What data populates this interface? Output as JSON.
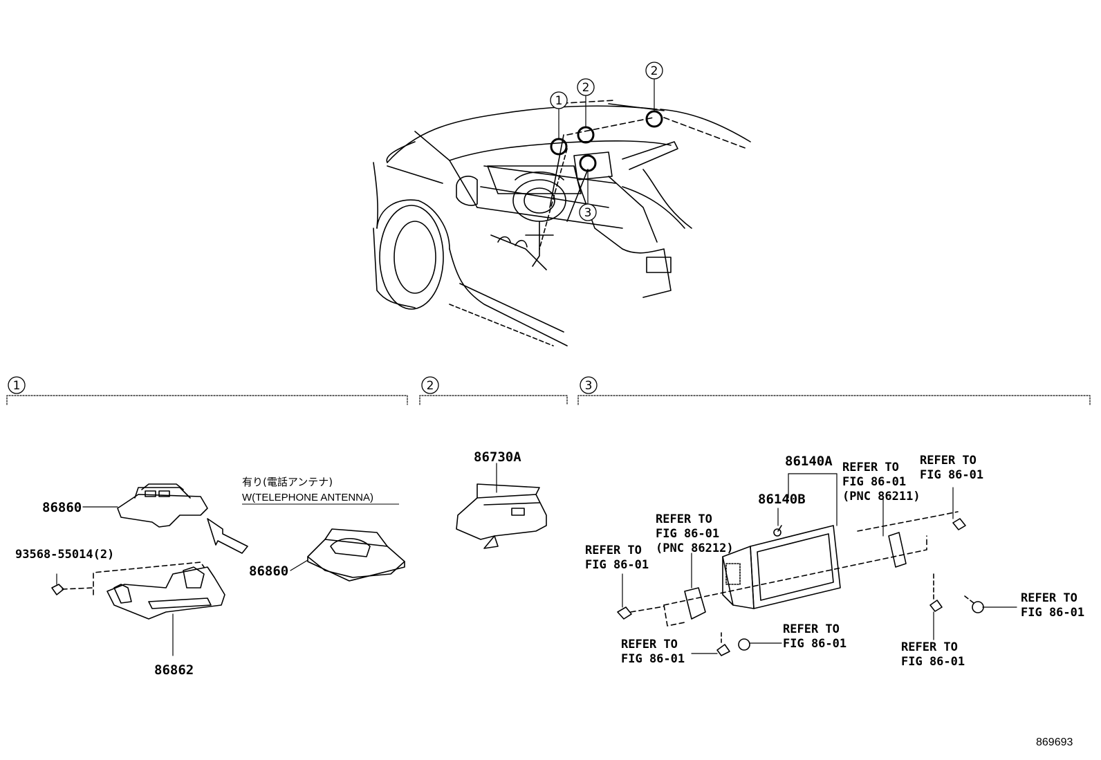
{
  "markers": {
    "m1": "1",
    "m2": "2",
    "m3": "3"
  },
  "sections": {
    "s1": {
      "number": "1"
    },
    "s2": {
      "number": "2"
    },
    "s3": {
      "number": "3"
    }
  },
  "parts": {
    "p86860_top": "86860",
    "p93568": "93568-55014(2)",
    "p86860_side": "86860",
    "p86862": "86862",
    "p86730A": "86730A",
    "p86140A": "86140A",
    "p86140B": "86140B"
  },
  "condition": {
    "jp": "有り(電話アンテナ)",
    "en": "W(TELEPHONE ANTENNA)"
  },
  "refs": {
    "r1": [
      "REFER TO",
      "FIG 86-01",
      "(PNC 86212)"
    ],
    "r2": [
      "REFER TO",
      "FIG 86-01"
    ],
    "r3": [
      "REFER TO",
      "FIG 86-01",
      "(PNC 86211)"
    ],
    "r4": [
      "REFER TO",
      "FIG 86-01"
    ],
    "r5": [
      "REFER TO",
      "FIG 86-01"
    ],
    "r6": [
      "REFER TO",
      "FIG 86-01"
    ],
    "r7": [
      "REFER TO",
      "FIG 86-01"
    ],
    "r8": [
      "REFER TO",
      "FIG 86-01"
    ]
  },
  "figure_code": "869693"
}
